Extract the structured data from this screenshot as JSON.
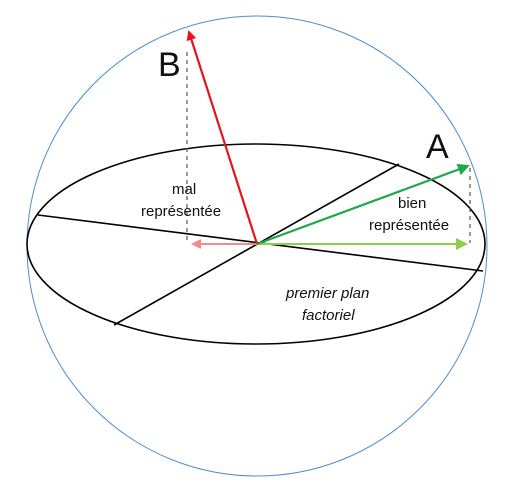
{
  "labels": {
    "point_b": "B",
    "point_a": "A",
    "mal_line1": "mal",
    "mal_line2": "représentée",
    "bien_line1": "bien",
    "bien_line2": "représentée",
    "plan_line1": "premier plan",
    "plan_line2": "factoriel"
  },
  "colors": {
    "sphere": "#4a8fd0",
    "ellipse": "#000000",
    "vector_b": "#e8141c",
    "projection_b": "#f48a8c",
    "vector_a": "#1ea84a",
    "projection_a": "#8ccf4a",
    "guide": "#555555"
  }
}
